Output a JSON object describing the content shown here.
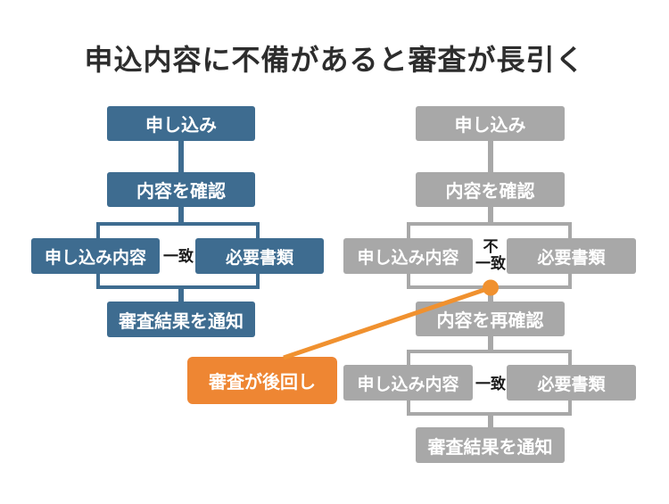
{
  "title": "申込内容に不備があると審査が長引く",
  "colors": {
    "blue": "#3e6c90",
    "gray": "#a8a8a8",
    "orange_box": "#ee8633",
    "orange_line": "#f0912f",
    "match_text": "#1a1a1a",
    "title_text": "#2d2d2d",
    "background": "#ffffff",
    "box_text": "#ffffff"
  },
  "left_flow": {
    "apply": "申し込み",
    "check": "内容を確認",
    "application_content": "申し込み内容",
    "match": "一致",
    "required_documents": "必要書類",
    "notify": "審査結果を通知"
  },
  "right_flow": {
    "apply": "申し込み",
    "check": "内容を確認",
    "application_content": "申し込み内容",
    "mismatch_line1": "不",
    "mismatch_line2": "一致",
    "required_documents": "必要書類",
    "recheck": "内容を再確認",
    "application_content2": "申し込み内容",
    "match2": "一致",
    "required_documents2": "必要書類",
    "notify": "審査結果を通知"
  },
  "callout": {
    "label": "審査が後回し"
  }
}
